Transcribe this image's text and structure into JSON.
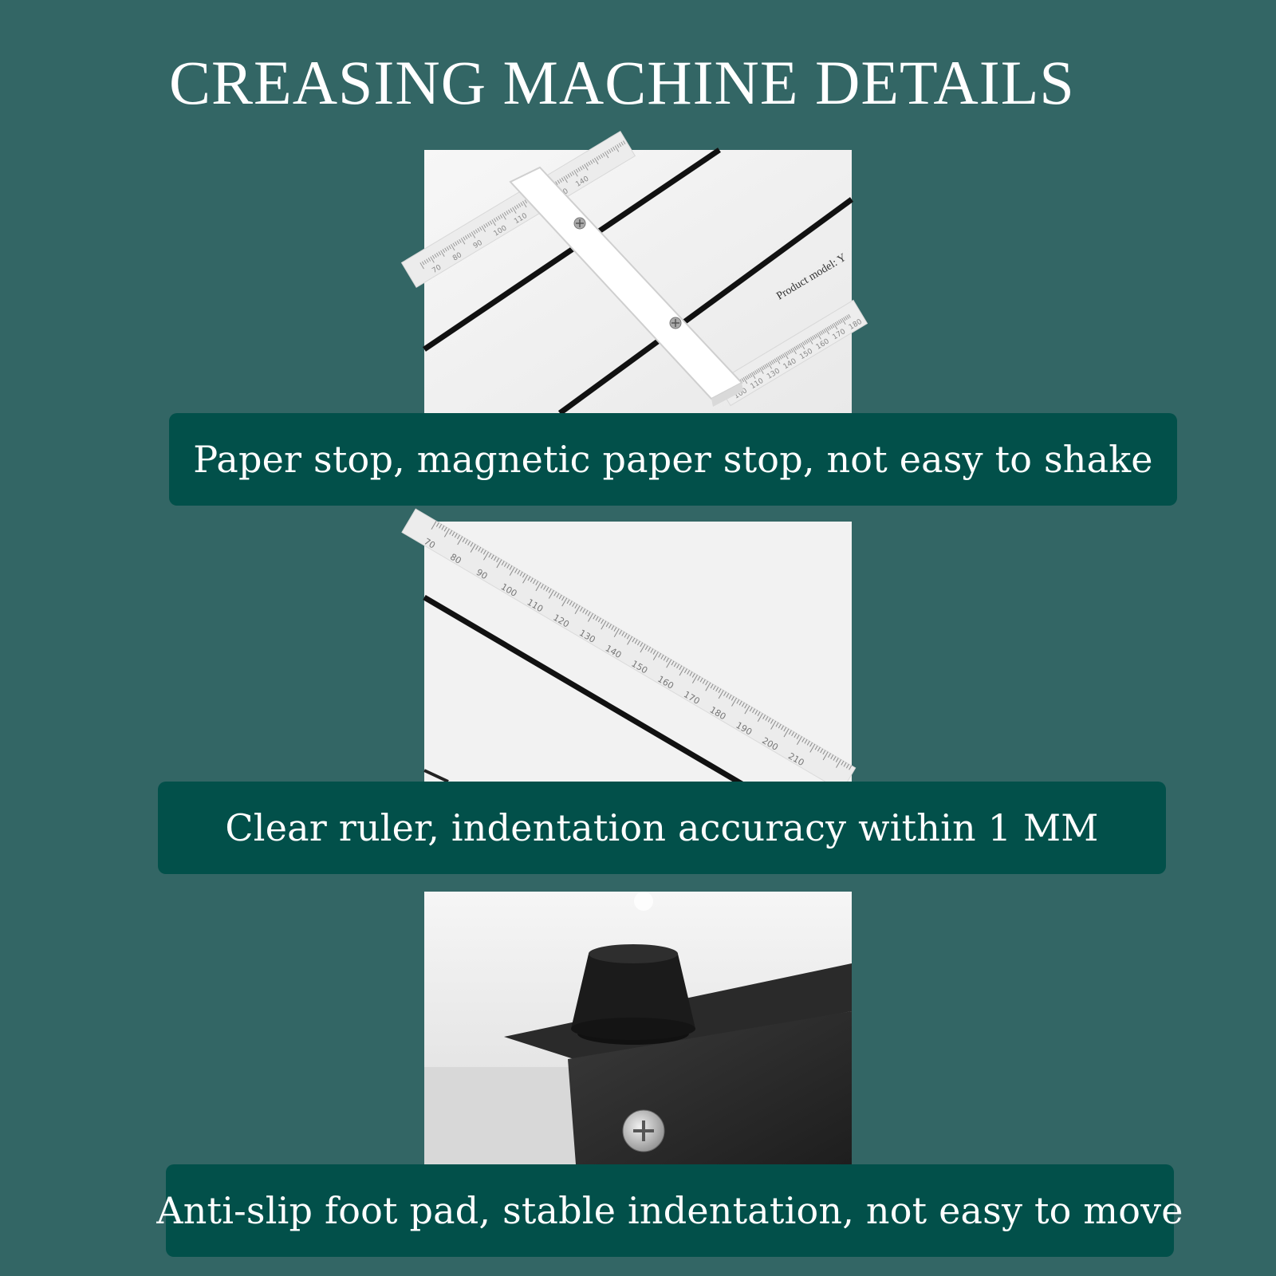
{
  "title": "CREASING MACHINE DETAILS",
  "photo1": {
    "ruler_marks": [
      "70",
      "80",
      "90",
      "100",
      "110",
      "130",
      "140"
    ],
    "ruler_marks_right": [
      "100",
      "110",
      "130",
      "140",
      "150",
      "160",
      "170",
      "180"
    ],
    "model_text": "Product model: Y"
  },
  "photo2": {
    "ruler_marks": [
      "70",
      "80",
      "90",
      "100",
      "110",
      "120",
      "130",
      "140",
      "150",
      "160",
      "170",
      "180",
      "190",
      "200",
      "210"
    ]
  },
  "captions": [
    "Paper stop, magnetic paper stop, not easy to shake",
    "Clear ruler, indentation accuracy within 1 MM",
    "Anti-slip foot pad, stable indentation, not easy to move"
  ],
  "colors": {
    "background": "#336665",
    "caption_bg": "#02504a",
    "text": "#ffffff"
  }
}
